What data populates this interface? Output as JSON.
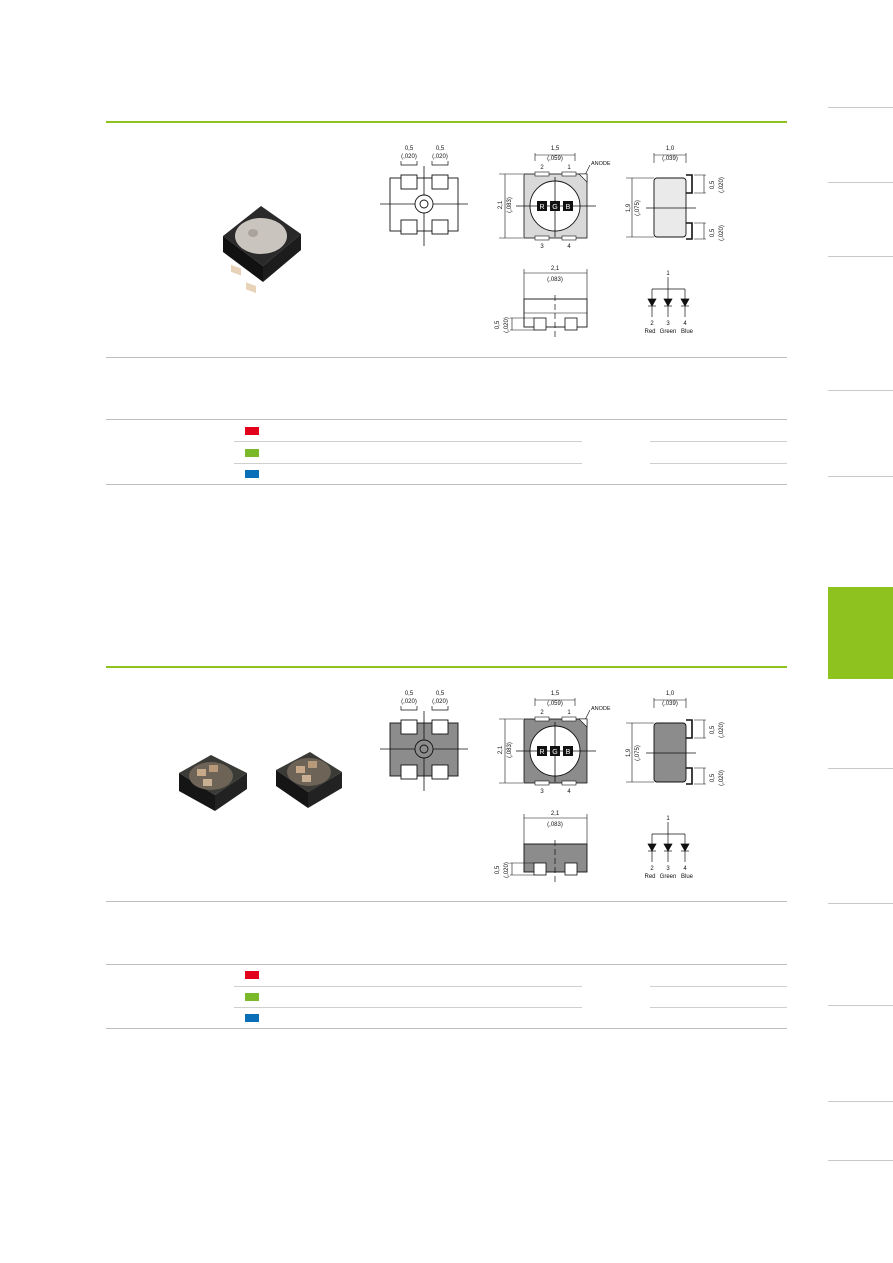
{
  "colors": {
    "accent": "#8dc21f",
    "red": "#e2001a",
    "green": "#7ab929",
    "blue": "#0a6fb8"
  },
  "drawing_labels": {
    "pad_w_left": "0,5",
    "pad_w_left_in": "(,020)",
    "pad_w_right": "0,5",
    "pad_w_right_in": "(,020)",
    "top_width": "1,5",
    "top_width_in": "(,059)",
    "anode": "ANODE",
    "height": "2,1",
    "height_in": "(,083)",
    "pin2": "2",
    "pin1": "1",
    "pin3": "3",
    "pin4": "4",
    "chip_r": "R",
    "chip_g": "G",
    "chip_b": "B",
    "side_width": "1,0",
    "side_width_in": "(,039)",
    "side_height": "1,9",
    "side_height_in": "(,075)",
    "side_pad_top": "0,5",
    "side_pad_top_in": "(,020)",
    "side_pad_bottom": "0,5",
    "side_pad_bottom_in": "(,020)",
    "front_width": "2,1",
    "front_width_in": "(,083)",
    "front_pad": "0,5",
    "front_pad_in": "(,020)",
    "schematic_common": "1",
    "sch_red_pin": "2",
    "sch_green_pin": "3",
    "sch_blue_pin": "4",
    "sch_red": "Red",
    "sch_green": "Green",
    "sch_blue": "Blue"
  },
  "drawing_labels_2": {
    "pad_w_left": "0,5",
    "pad_w_left_in": "(,020)",
    "pad_w_right": "0,5",
    "pad_w_right_in": "(,020)",
    "top_width": "1,5",
    "top_width_in": "(,059)",
    "anode": "ANODE",
    "height": "2,1",
    "height_in": "(,083)",
    "pin2": "2",
    "pin1": "1",
    "pin3": "3",
    "pin4": "4",
    "chip_r": "R",
    "chip_g": "G",
    "chip_b": "B",
    "side_width": "1,0",
    "side_width_in": "(,039)",
    "side_height": "1,9",
    "side_height_in": "(,075)",
    "side_pad_top": "0,5",
    "side_pad_top_in": "(,020)",
    "side_pad_bottom": "0,5",
    "side_pad_bottom_in": "(,020)",
    "front_width": "2,1",
    "front_width_in": "(,083)",
    "front_pad": "0,5",
    "front_pad_in": "(,020)",
    "schematic_common": "1",
    "sch_red_pin": "2",
    "sch_green_pin": "3",
    "sch_blue_pin": "4",
    "sch_red": "Red",
    "sch_green": "Green",
    "sch_blue": "Blue"
  }
}
